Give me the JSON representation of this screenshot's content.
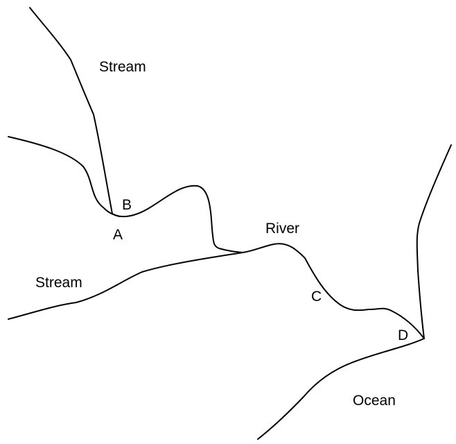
{
  "labels": {
    "stream_top": "Stream",
    "stream_left": "Stream",
    "point_b": "B",
    "point_a": "A",
    "river": "River",
    "point_c": "C",
    "point_d": "D",
    "ocean": "Ocean"
  },
  "colors": {
    "line": "#000000",
    "background": "#ffffff"
  }
}
